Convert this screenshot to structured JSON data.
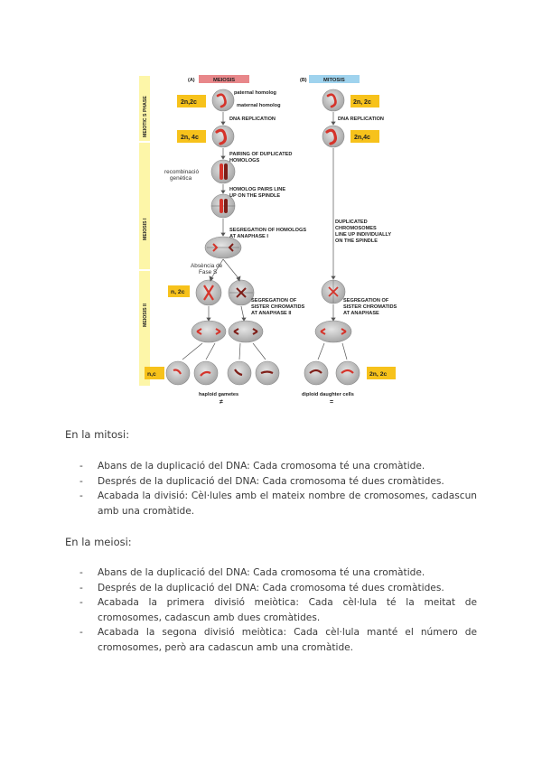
{
  "figure": {
    "panel_a": "(A)",
    "panel_b": "(B)",
    "meiosis_title": "MEIOSIS",
    "mitosis_title": "MITOSIS",
    "side_meiotic_s": "MEIOTIC S PHASE",
    "side_meiosis_i": "MEIOSIS I",
    "side_meiosis_ii": "MEIOSIS II",
    "lbl_paternal": "paternal homolog",
    "lbl_maternal": "maternal homolog",
    "lbl_dna_rep_a": "DNA REPLICATION",
    "lbl_dna_rep_b": "DNA REPLICATION",
    "lbl_pairing_1": "PAIRING OF DUPLICATED",
    "lbl_pairing_2": "HOMOLOGS",
    "lbl_recomb_1": "recombinació",
    "lbl_recomb_2": "genètica",
    "lbl_homolog_line_1": "HOMOLOG PAIRS LINE",
    "lbl_homolog_line_2": "UP ON THE SPINDLE",
    "lbl_seg_homologs_1": "SEGREGATION OF HOMOLOGS",
    "lbl_seg_homologs_2": "AT ANAPHASE I",
    "lbl_dup_chrom_1": "DUPLICATED",
    "lbl_dup_chrom_2": "CHROMOSOMES",
    "lbl_dup_chrom_3": "LINE UP INDIVIDUALLY",
    "lbl_dup_chrom_4": "ON THE SPINDLE",
    "lbl_absencia_1": "Absència de",
    "lbl_absencia_2": "Fase S",
    "lbl_seg_sister_a_1": "SEGREGATION OF",
    "lbl_seg_sister_a_2": "SISTER CHROMATIDS",
    "lbl_seg_sister_a_3": "AT ANAPHASE II",
    "lbl_seg_sister_b_1": "SEGREGATION OF",
    "lbl_seg_sister_b_2": "SISTER CHROMATIDS",
    "lbl_seg_sister_b_3": "AT ANAPHASE",
    "lbl_haploid": "haploid gametes",
    "lbl_diploid": "diploid daughter cells",
    "sym_neq": "≠",
    "sym_eq": "=",
    "tag_2n2c_a": "2n,2c",
    "tag_2n4c_a": "2n, 4c",
    "tag_2n2c_b": "2n, 2c",
    "tag_2n4c_b": "2n,4c",
    "tag_n2c": "n, 2c",
    "tag_nc": "n,c",
    "tag_2n2c_final": "2n, 2c",
    "colors": {
      "meiosis_band": "#e8878a",
      "mitosis_band": "#9fd3ee",
      "side_band": "#fdf6a8",
      "tag_yellow": "#f7c21b",
      "chromosome_red": "#d5342b",
      "cell_grey": "#a8a8a8"
    }
  },
  "mitosis_heading": "En la mitosi:",
  "mitosis_items": [
    "Abans de la duplicació del DNA: Cada cromosoma té una cromàtide.",
    "Després de la duplicació del DNA: Cada cromosoma té dues cromàtides.",
    "Acabada la divisió: Cèl·lules amb el mateix nombre de cromosomes, cadascun amb una cromàtide."
  ],
  "meiosis_heading": "En la meiosi:",
  "meiosis_items": [
    "Abans de la duplicació del DNA: Cada cromosoma té una cromàtide.",
    "Després de la duplicació del DNA: Cada cromosoma té dues cromàtides.",
    "Acabada la primera divisió meiòtica: Cada cèl·lula té la meitat de cromosomes, cadascun amb dues cromàtides.",
    "Acabada la segona divisió meiòtica: Cada cèl·lula manté el número de cromosomes, però ara cadascun amb una cromàtide."
  ]
}
